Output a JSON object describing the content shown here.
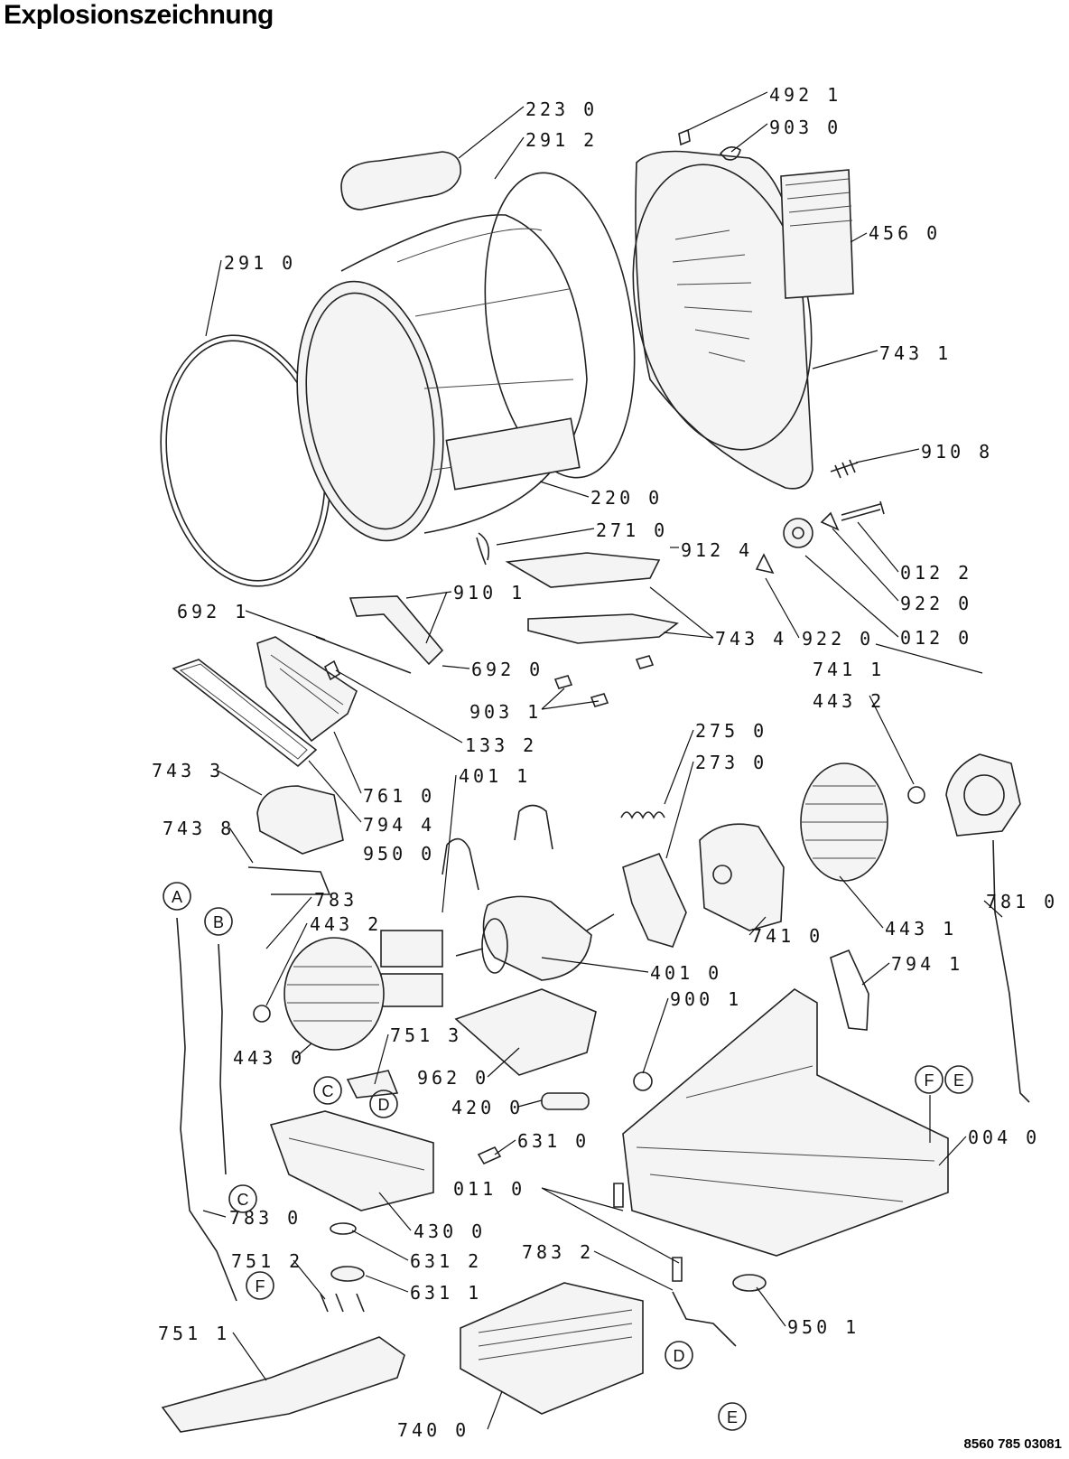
{
  "title": "Explosionszeichnung",
  "document_number": "8560 785 03081",
  "part_labels": [
    "223 0",
    "291 2",
    "492 1",
    "903 0",
    "456 0",
    "291 0",
    "743 1",
    "910 8",
    "220 0",
    "271 0",
    "912 4",
    "012 2",
    "922 0",
    "012 0",
    "910 1",
    "692 1",
    "743 4",
    "922 0",
    "692 0",
    "741 1",
    "443 2",
    "903 1",
    "133 2",
    "275 0",
    "273 0",
    "743 3",
    "401 1",
    "761 0",
    "794 4",
    "743 8",
    "950 0",
    "783",
    "781 0",
    "443 2",
    "741 0",
    "443 1",
    "794 1",
    "401 0",
    "900 1",
    "751 3",
    "443 0",
    "962 0",
    "420 0",
    "004 0",
    "631 0",
    "011 0",
    "783 0",
    "430 0",
    "751 2",
    "631 2",
    "783 2",
    "631 1",
    "950 1",
    "751 1",
    "740 0"
  ],
  "connectors": [
    "A",
    "B",
    "C",
    "D",
    "C",
    "F",
    "E",
    "F",
    "D",
    "E"
  ]
}
